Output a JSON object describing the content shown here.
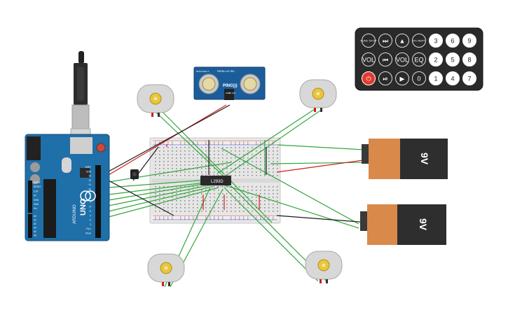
{
  "arduino": {
    "model": "UNO",
    "brand": "ARDUINO",
    "power_labels": [
      "IOREF",
      "RESET",
      "3.3V",
      "5V",
      "GND",
      "GND",
      "Vin"
    ],
    "analog_labels": [
      "A0",
      "A1",
      "A2",
      "A3",
      "A4",
      "A5"
    ],
    "digital_labels": [
      "AREF",
      "GND",
      "13",
      "12",
      "~11",
      "~10",
      "~9",
      "8",
      "7",
      "~6",
      "~5",
      "4",
      "~3",
      "2",
      "TX▸1",
      "RX◂0"
    ],
    "header_power": "POWER",
    "header_analog": "ANALOG IN",
    "header_digital": "DIGITAL (PWM~)"
  },
  "ultrasonic": {
    "name": "PING)))",
    "top_label": "PARALLAX INC.",
    "side_label": "ROHS REV A",
    "pin_labels": [
      "GND",
      "5V",
      "SIG"
    ]
  },
  "ic": {
    "label": "L293D"
  },
  "batteries": [
    {
      "label": "9V"
    },
    {
      "label": "9V"
    }
  ],
  "remote": {
    "buttons": [
      {
        "label": "FUNC STOP",
        "kind": "round"
      },
      {
        "label": "⏭",
        "kind": "round"
      },
      {
        "label": "▲",
        "kind": "round"
      },
      {
        "label": "ST/ REPT",
        "kind": "round"
      },
      {
        "label": "3",
        "kind": "round"
      },
      {
        "label": "6",
        "kind": "round"
      },
      {
        "label": "9",
        "kind": "round"
      },
      {
        "label": "VOL",
        "kind": "round"
      },
      {
        "label": "⏮",
        "kind": "round"
      },
      {
        "label": "VOL",
        "kind": "round"
      },
      {
        "label": "EQ",
        "kind": "round"
      },
      {
        "label": "2",
        "kind": "round"
      },
      {
        "label": "5",
        "kind": "round"
      },
      {
        "label": "8",
        "kind": "round"
      },
      {
        "label": "⏻",
        "kind": "power"
      },
      {
        "label": "⏯",
        "kind": "round"
      },
      {
        "label": "▶",
        "kind": "round"
      },
      {
        "label": "0",
        "kind": "round"
      },
      {
        "label": "1",
        "kind": "round"
      },
      {
        "label": "4",
        "kind": "round"
      },
      {
        "label": "7",
        "kind": "round"
      }
    ]
  },
  "colors": {
    "arduino_board": "#1f6fa8",
    "wire_green": "#33a63d",
    "wire_red": "#d11d1d",
    "wire_black": "#1a1a1a",
    "battery_orange": "#d9894a",
    "battery_black": "#2e2e2e",
    "remote_body": "#2a2a2a",
    "remote_power": "#e03a2f",
    "ultrasonic_board": "#1b5d9a",
    "motor_body": "#d8d8d8",
    "breadboard": "#e8e8e8"
  }
}
